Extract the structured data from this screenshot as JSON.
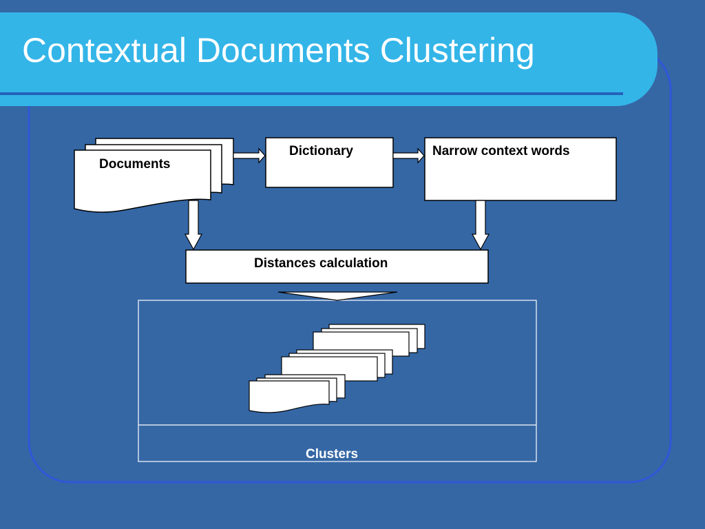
{
  "slide": {
    "title": "Contextual Documents Clustering"
  },
  "diagram": {
    "documents_label": "Documents",
    "dictionary_label": "Dictionary",
    "narrow_context_label": "Narrow context words",
    "distances_label": "Distances calculation",
    "clusters_label": "Clusters"
  },
  "colors": {
    "background": "#3567a5",
    "title_banner": "#33b5e8",
    "frame_border": "#2f57d8",
    "box_fill": "#ffffff",
    "box_stroke": "#000000"
  }
}
